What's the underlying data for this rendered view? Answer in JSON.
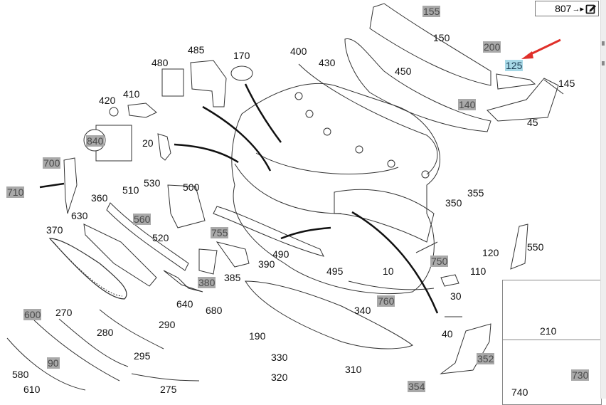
{
  "reference": {
    "number": "807",
    "arrow": "→▸",
    "icon": "edit-icon"
  },
  "highlight_color": "#a7d8e6",
  "gray_label_color": "#a9a9a9",
  "arrow_color_red": "#e0302a",
  "labels": [
    {
      "id": "155",
      "style": "gray"
    },
    {
      "id": "150",
      "style": "plain"
    },
    {
      "id": "200",
      "style": "gray"
    },
    {
      "id": "125",
      "style": "highlight"
    },
    {
      "id": "145",
      "style": "plain"
    },
    {
      "id": "450",
      "style": "plain"
    },
    {
      "id": "400",
      "style": "plain"
    },
    {
      "id": "430",
      "style": "plain"
    },
    {
      "id": "140",
      "style": "gray"
    },
    {
      "id": "45",
      "style": "plain"
    },
    {
      "id": "485",
      "style": "plain"
    },
    {
      "id": "480",
      "style": "plain"
    },
    {
      "id": "170",
      "style": "plain"
    },
    {
      "id": "420",
      "style": "plain"
    },
    {
      "id": "410",
      "style": "plain"
    },
    {
      "id": "840",
      "style": "gray"
    },
    {
      "id": "20",
      "style": "plain"
    },
    {
      "id": "700",
      "style": "gray"
    },
    {
      "id": "710",
      "style": "gray"
    },
    {
      "id": "530",
      "style": "plain"
    },
    {
      "id": "510",
      "style": "plain"
    },
    {
      "id": "500",
      "style": "plain"
    },
    {
      "id": "360",
      "style": "plain"
    },
    {
      "id": "560",
      "style": "gray"
    },
    {
      "id": "630",
      "style": "plain"
    },
    {
      "id": "520",
      "style": "plain"
    },
    {
      "id": "370",
      "style": "plain"
    },
    {
      "id": "755",
      "style": "gray"
    },
    {
      "id": "490",
      "style": "plain"
    },
    {
      "id": "390",
      "style": "plain"
    },
    {
      "id": "385",
      "style": "plain"
    },
    {
      "id": "495",
      "style": "plain"
    },
    {
      "id": "10",
      "style": "plain"
    },
    {
      "id": "380",
      "style": "gray"
    },
    {
      "id": "640",
      "style": "plain"
    },
    {
      "id": "680",
      "style": "plain"
    },
    {
      "id": "760",
      "style": "gray"
    },
    {
      "id": "355",
      "style": "plain"
    },
    {
      "id": "350",
      "style": "plain"
    },
    {
      "id": "120",
      "style": "plain"
    },
    {
      "id": "550",
      "style": "plain"
    },
    {
      "id": "750",
      "style": "gray"
    },
    {
      "id": "110",
      "style": "plain"
    },
    {
      "id": "30",
      "style": "plain"
    },
    {
      "id": "210",
      "style": "plain"
    },
    {
      "id": "730",
      "style": "gray"
    },
    {
      "id": "740",
      "style": "plain"
    },
    {
      "id": "600",
      "style": "gray"
    },
    {
      "id": "270",
      "style": "plain"
    },
    {
      "id": "280",
      "style": "plain"
    },
    {
      "id": "290",
      "style": "plain"
    },
    {
      "id": "295",
      "style": "plain"
    },
    {
      "id": "90",
      "style": "gray"
    },
    {
      "id": "580",
      "style": "plain"
    },
    {
      "id": "610",
      "style": "plain"
    },
    {
      "id": "275",
      "style": "plain"
    },
    {
      "id": "340",
      "style": "plain"
    },
    {
      "id": "190",
      "style": "plain"
    },
    {
      "id": "330",
      "style": "plain"
    },
    {
      "id": "320",
      "style": "plain"
    },
    {
      "id": "310",
      "style": "plain"
    },
    {
      "id": "40",
      "style": "plain"
    },
    {
      "id": "352",
      "style": "gray"
    },
    {
      "id": "354",
      "style": "gray"
    }
  ]
}
